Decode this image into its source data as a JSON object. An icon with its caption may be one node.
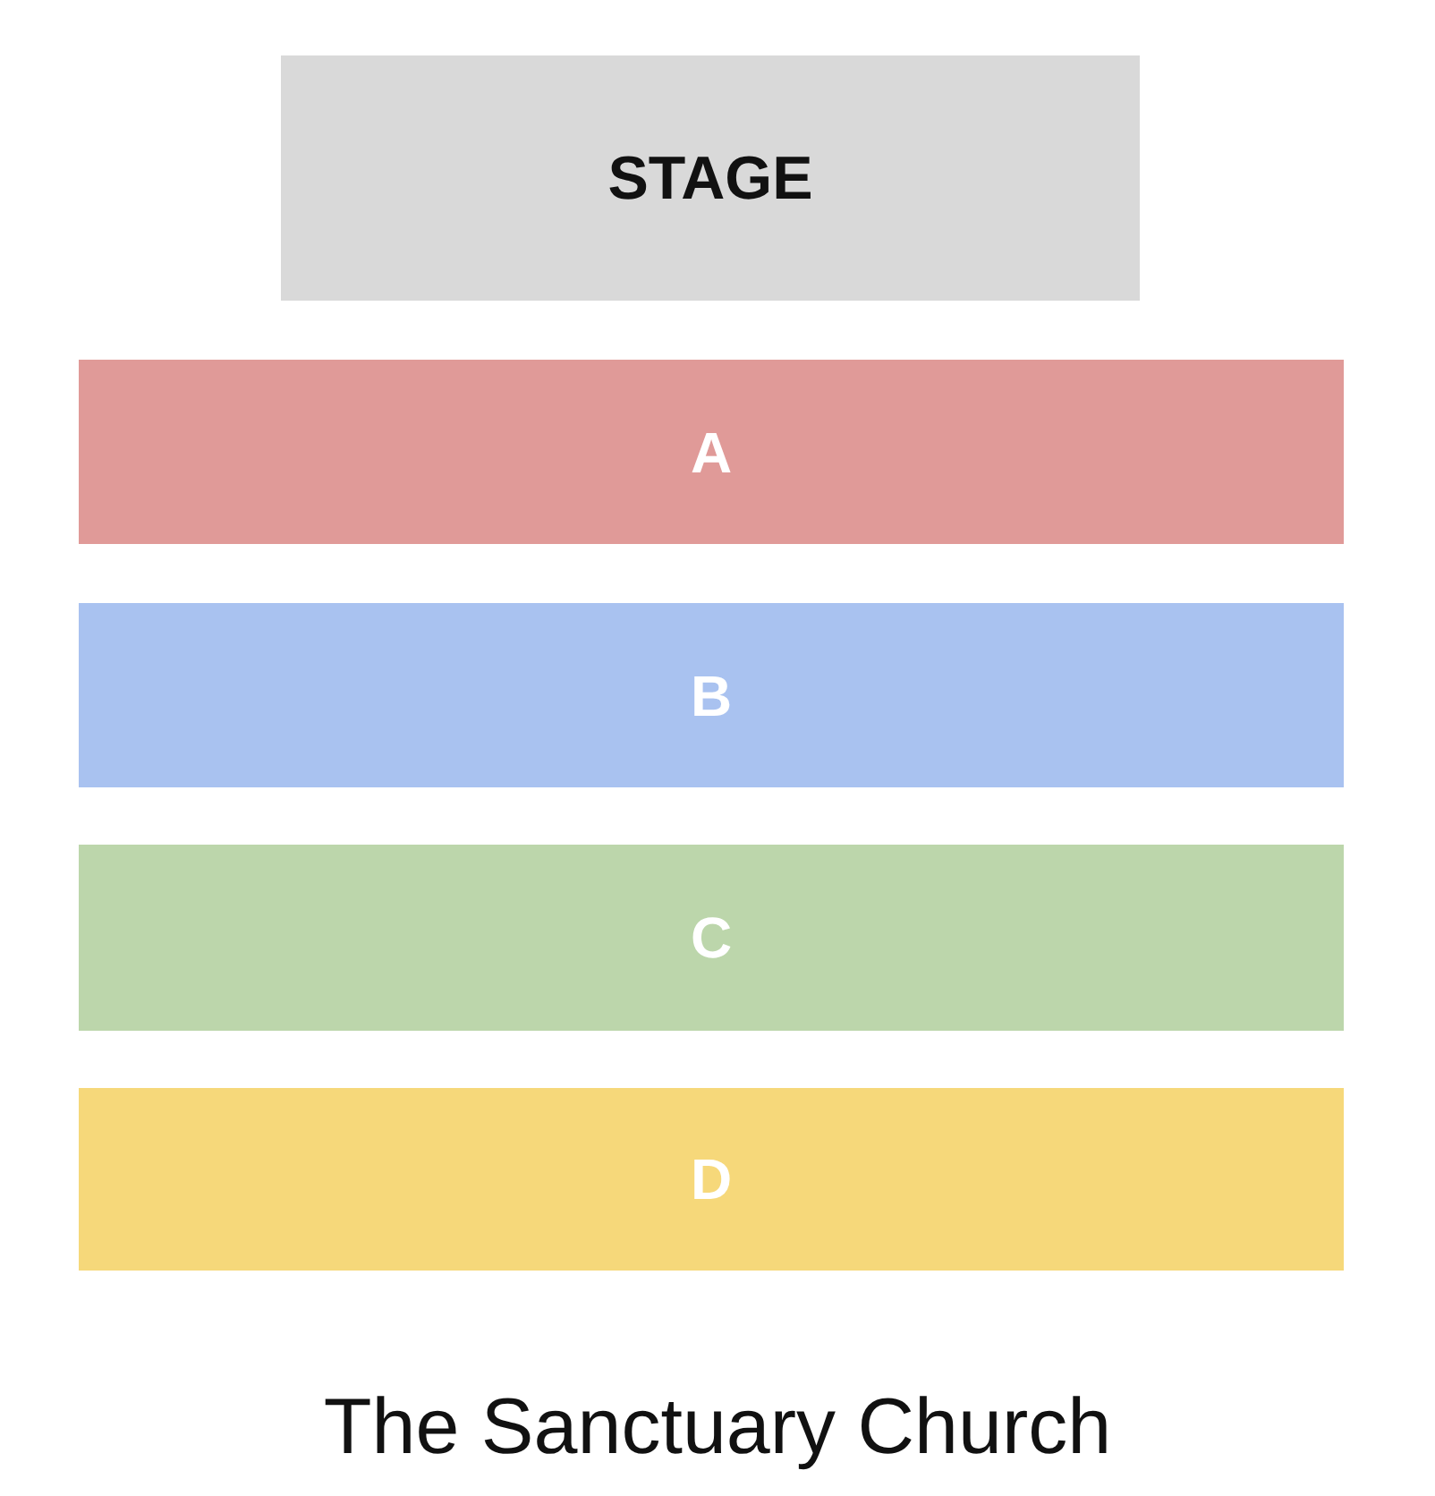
{
  "diagram": {
    "caption": "The Sanctuary Church",
    "nodes": [
      {
        "text": [
          "STAGE"
        ]
      },
      {
        "text": [
          "A"
        ]
      },
      {
        "text": [
          "B"
        ]
      },
      {
        "text": [
          "C"
        ]
      },
      {
        "text": [
          "D"
        ]
      }
    ]
  }
}
